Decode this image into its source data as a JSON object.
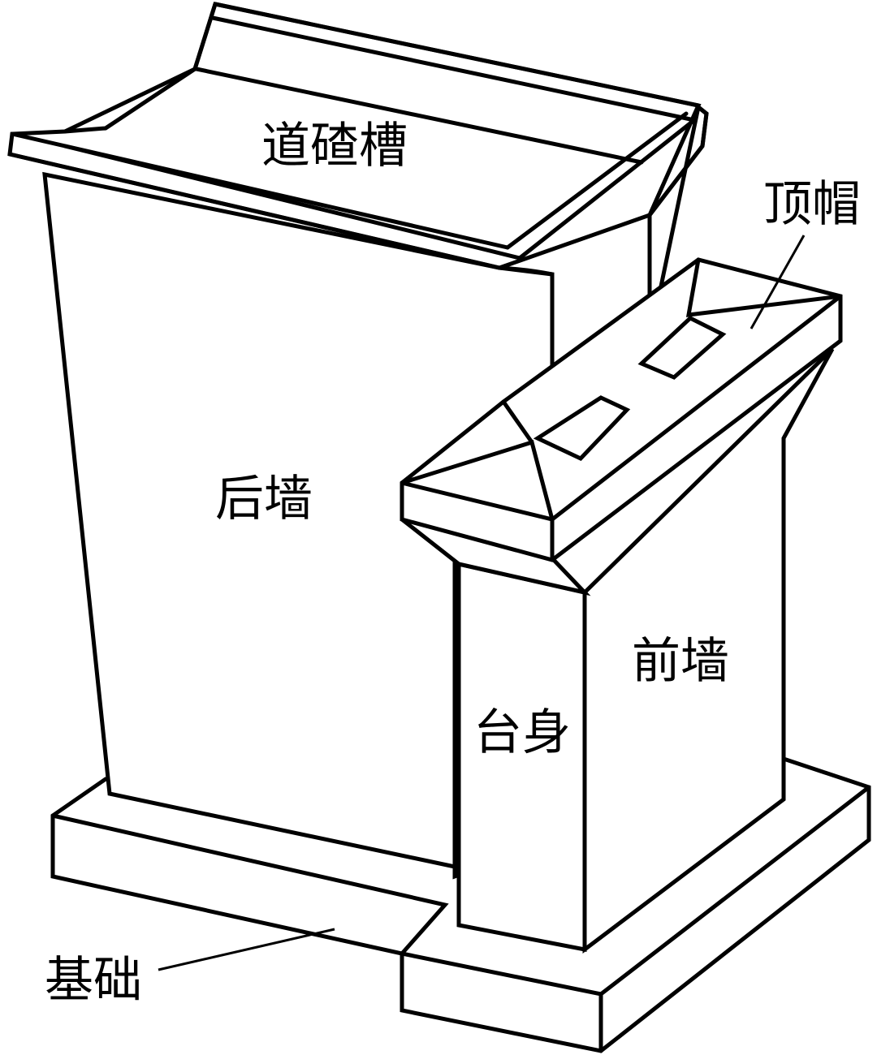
{
  "diagram": {
    "labels": {
      "ballast_trough": "道碴槽",
      "cap": "顶帽",
      "back_wall": "后墙",
      "front_wall": "前墙",
      "abutment_body": "台身",
      "foundation": "基础"
    }
  }
}
